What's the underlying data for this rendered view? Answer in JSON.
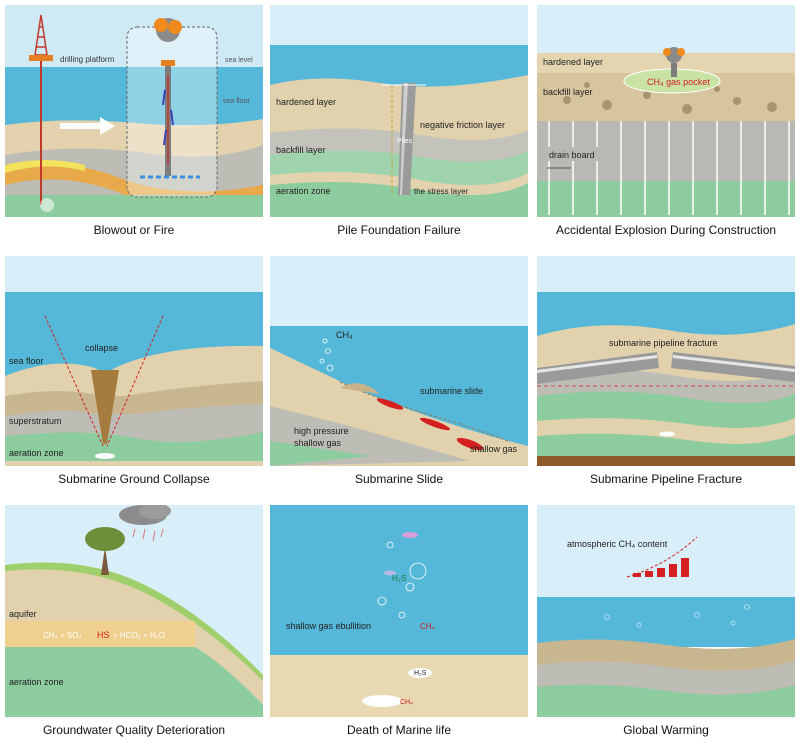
{
  "panels": [
    {
      "caption": "Blowout or Fire",
      "labels": {
        "drilling_platform": "drilling platform",
        "sea_level": "sea level",
        "sea_floor": "sea floor"
      }
    },
    {
      "caption": "Pile Foundation Failure",
      "labels": {
        "hardened_layer": "hardened layer",
        "negative_friction_layer": "negative friction layer",
        "piles": "Piles",
        "backfill_layer": "backfill layer",
        "aeration_zone": "aeration zone",
        "stress_layer": "the stress layer"
      }
    },
    {
      "caption": "Accidental Explosion During Construction",
      "labels": {
        "hardened_layer": "hardened layer",
        "gas_pocket": "CH₄ gas pocket",
        "backfill_layer": "backfill layer",
        "drain_board": "drain board"
      }
    },
    {
      "caption": "Submarine Ground Collapse",
      "labels": {
        "sea_floor": "sea floor",
        "collapse": "collapse",
        "superstratum": "superstratum",
        "aeration_zone": "aeration zone"
      }
    },
    {
      "caption": "Submarine Slide",
      "labels": {
        "ch4": "CH₄",
        "submarine_slide": "submarine slide",
        "high_pressure": "high pressure",
        "shallow_gas_left": "shallow gas",
        "shallow_gas_right": "shallow gas"
      }
    },
    {
      "caption": "Submarine Pipeline Fracture",
      "labels": {
        "pipeline_fracture": "submarine pipeline fracture"
      }
    },
    {
      "caption": "Groundwater Quality Deterioration",
      "labels": {
        "aquifer": "aquifer",
        "reaction_left": "CH₄ + SO₄",
        "reaction_h2s": "HS",
        "reaction_right": "+ HCO₃ + H₂O",
        "aeration_zone": "aeration zone"
      }
    },
    {
      "caption": "Death of Marine life",
      "labels": {
        "h2s_top": "H₂S",
        "ebullition": "shallow gas ebullition",
        "ch4_mid": "CH₄",
        "h2s_bottom": "H₂S",
        "ch4_bottom": "CH₄"
      }
    },
    {
      "caption": "Global Warming",
      "labels": {
        "atmospheric": "atmospheric CH₄ content"
      }
    }
  ],
  "colors": {
    "sky": "#bfe3f2",
    "sea": "#54b7d6",
    "sand": "#d9c49e",
    "sediment_dark": "#b8a585",
    "gray_layer": "#b5b5b0",
    "green_layer": "#8ccc9e",
    "gas_red": "#d42020",
    "fire": "#f08a1e"
  }
}
